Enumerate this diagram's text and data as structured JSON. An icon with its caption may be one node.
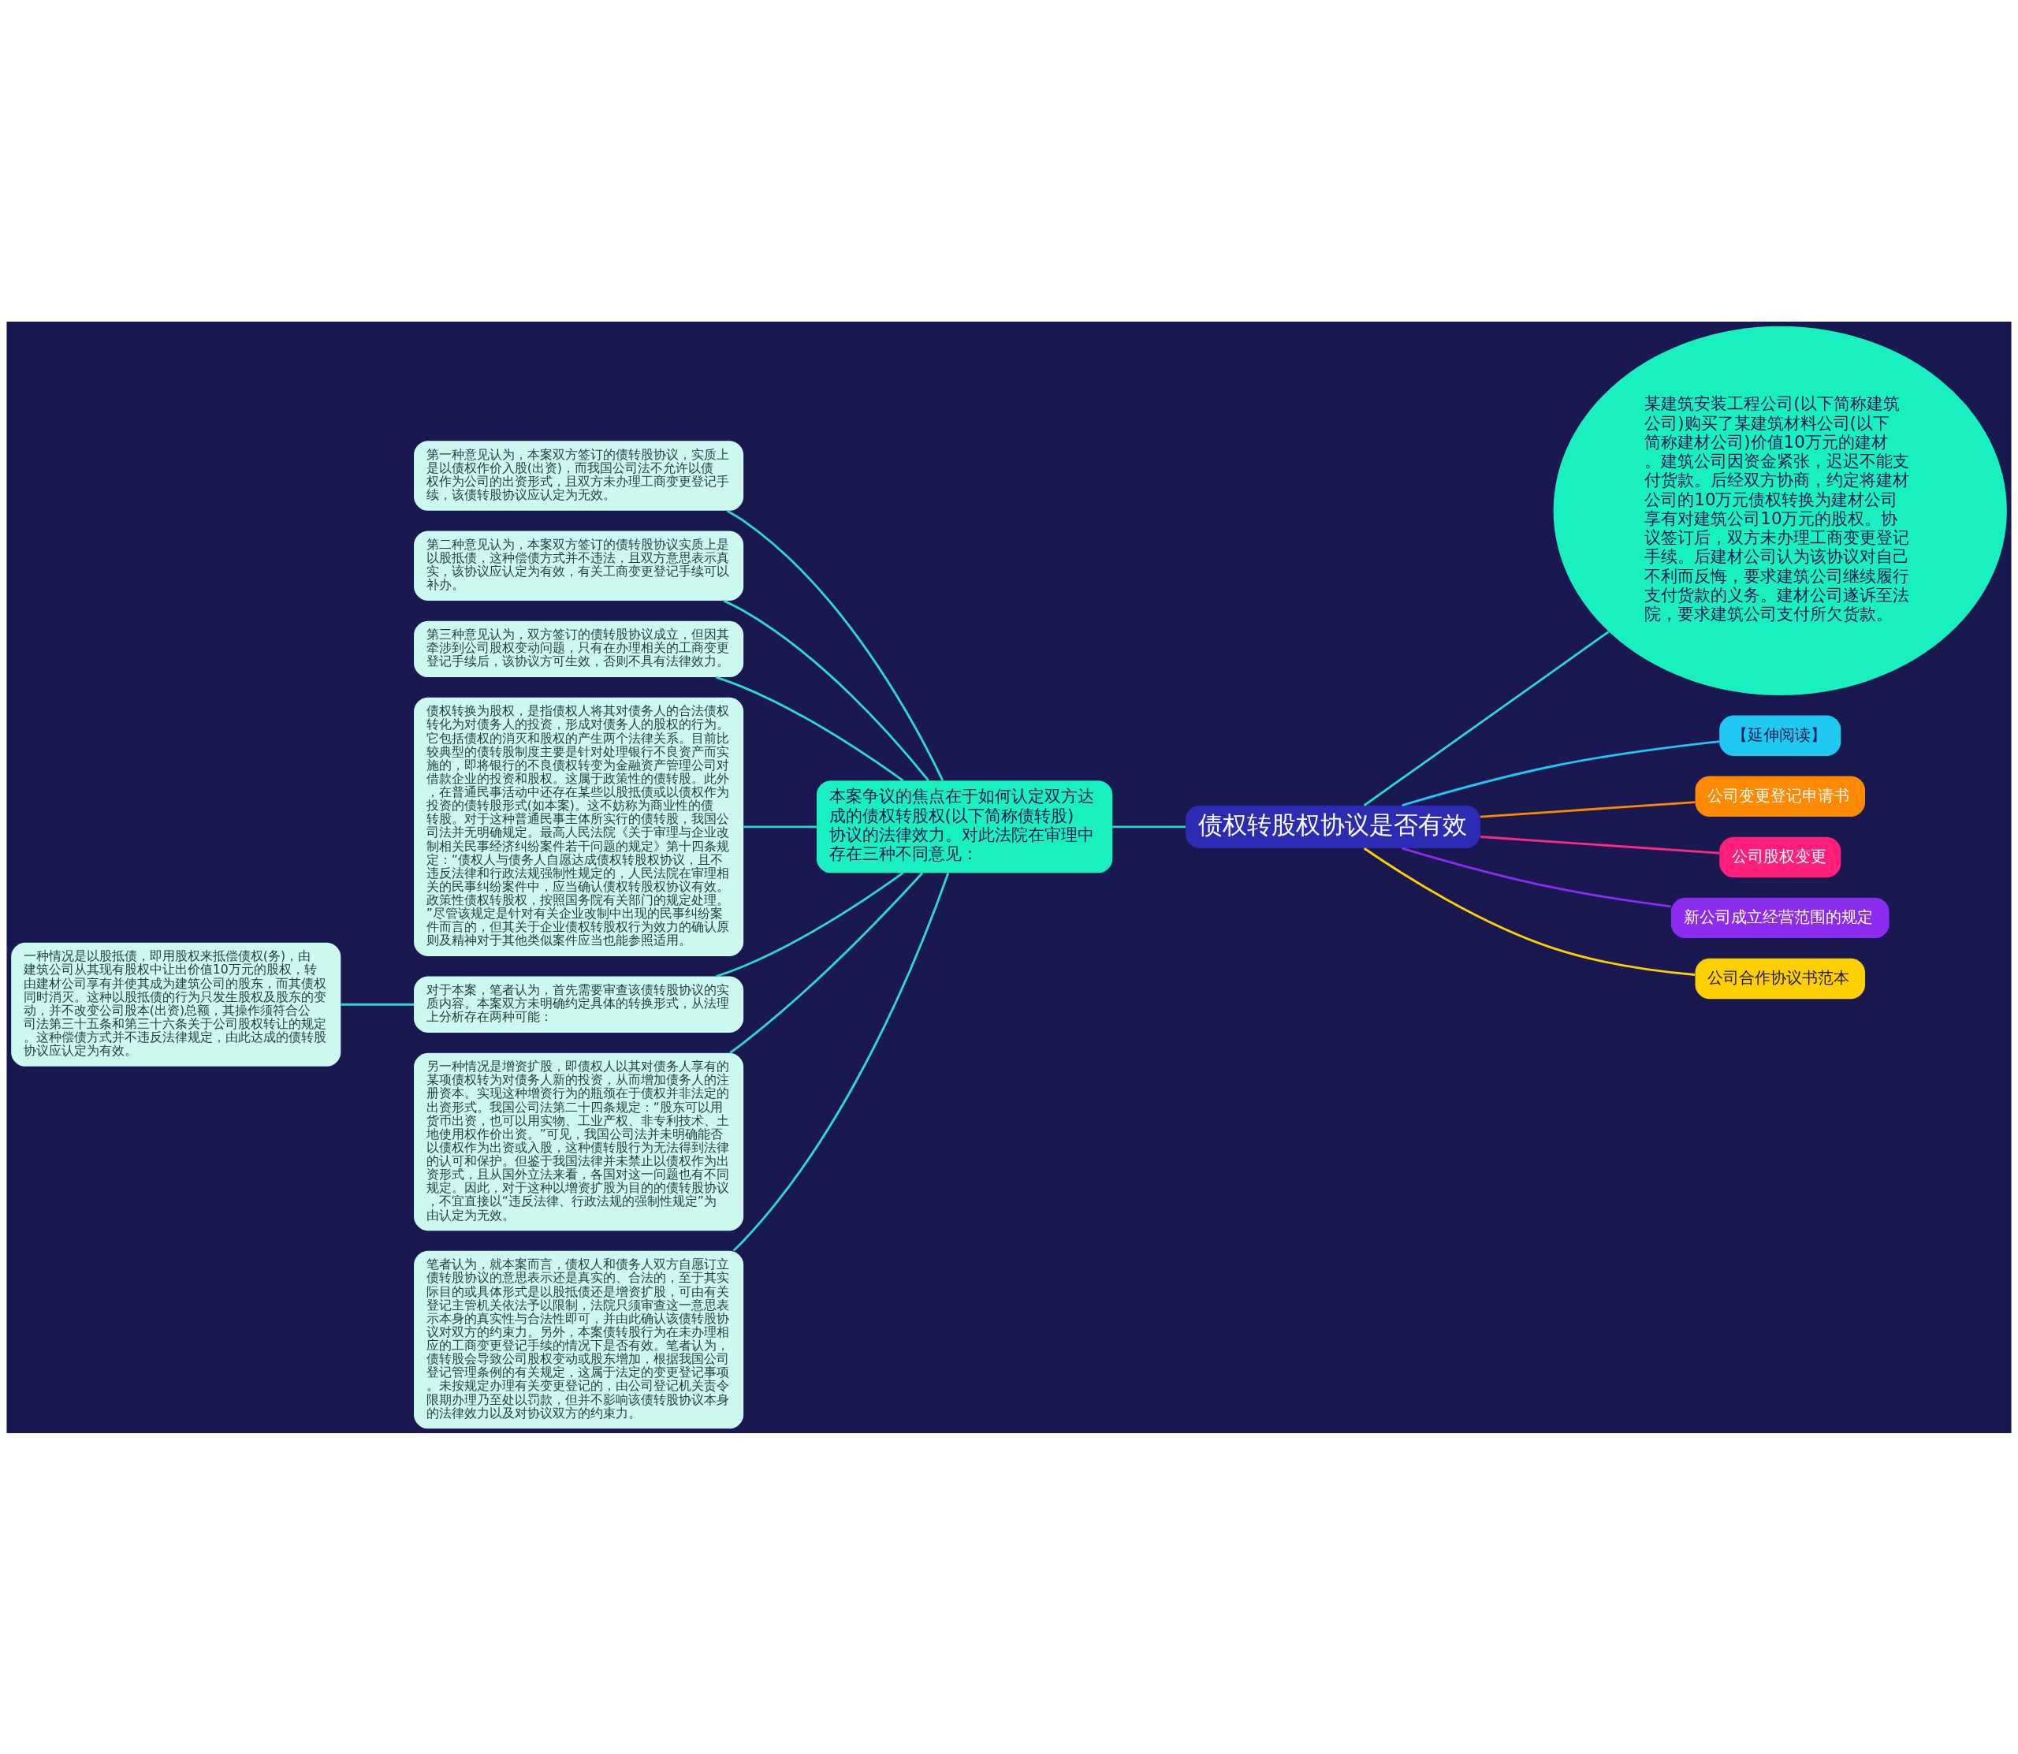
{
  "diagram": {
    "nodes": [
      {
        "text": [
          "债权转股权协议是否有效"
        ]
      },
      {
        "text": [
          "本案争议的焦点在于如何认定双方达成的债权转股权(以下简称债转股)协议的法律效力。对此法院在审理中存在三种不同意见："
        ]
      },
      {
        "text": [
          "第一种意见认为，本案双方签订的债转股协议，实质上是以债权作价入股(出资)，而我国公司法不允许以债权作为公司的出资形式，且双方未办理工商变更登记手续，该债转股协议应认定为无效。"
        ]
      },
      {
        "text": [
          "第二种意见认为，本案双方签订的债转股协议实质上是以股抵债，这种偿债方式并不违法，且双方意思表示真实，该协议应认定为有效，有关工商变更登记手续可以补办。"
        ]
      },
      {
        "text": [
          "第三种意见认为，双方签订的债转股协议成立，但因其牵涉到公司股权变动问题，只有在办理相关的工商变更登记手续后，该协议方可生效，否则不具有法律效力。"
        ]
      },
      {
        "text": [
          "债权转换为股权，是指债权人将其对债务人的合法债权转化为对债务人的投资，形成对债务人的股权的行为。它包括债权的消灭和股权的产生两个法律关系。目前比较典型的债转股制度主要是针对处理银行不良资产而实施的，即将银行的不良债权转变为金融资产管理公司对借款企业的投资和股权。这属于政策性的债转股。此外，在普通民事活动中还存在某些以股抵债或以债权作为投资的债转股形式(如本案)。这不妨称为商业性的债转股。对于这种普通民事主体所实行的债转股，我国公司法并无明确规定。最高人民法院《关于审理与企业改制相关民事经济纠纷案件若干问题的规定》第十四条规定：“债权人与债务人自愿达成债权转股权协议，且不违反法律和行政法规强制性规定的，人民法院在审理相关的民事纠纷案件中，应当确认债权转股权协议有效。政策性债权转股权，按照国务院有关部门的规定处理。”尽管该规定是针对有关企业改制中出现的民事纠纷案件而言的，但其关于企业债权转股权行为效力的确认原则及精神对于其他类似案件应当也能参照适用。"
        ]
      },
      {
        "text": [
          "对于本案，笔者认为，首先需要审查该债转股协议的实质内容。本案双方未明确约定具体的转换形式，从法理上分析存在两种可能："
        ]
      },
      {
        "text": [
          "一种情况是以股抵债，即用股权来抵偿债权(务)，由建筑公司从其现有股权中让出价值10万元的股权，转由建材公司享有并使其成为建筑公司的股东，而其债权同时消灭。这种以股抵债的行为只发生股权及股东的变动，并不改变公司股本(出资)总额，其操作须符合公司法第三十五条和第三十六条关于公司股权转让的规定。这种偿债方式并不违反法律规定，由此达成的债转股协议应认定为有效。"
        ]
      },
      {
        "text": [
          "另一种情况是增资扩股，即债权人以其对债务人享有的某项债权转为对债务人新的投资，从而增加债务人的注册资本。实现这种增资行为的瓶颈在于债权并非法定的出资形式。我国公司法第二十四条规定：“股东可以用货币出资，也可以用实物、工业产权、非专利技术、土地使用权作价出资。”可见，我国公司法并未明确能否以债权作为出资或入股，这种债转股行为无法得到法律的认可和保护。但鉴于我国法律并未禁止以债权作为出资形式，且从国外立法来看，各国对这一问题也有不同规定。因此，对于这种以增资扩股为目的的债转股协议，不宜直接以“违反法律、行政法规的强制性规定”为由认定为无效。"
        ]
      },
      {
        "text": [
          "笔者认为，就本案而言，债权人和债务人双方自愿订立债转股协议的意思表示还是真实的、合法的，至于其实际目的或具体形式是以股抵债还是增资扩股，可由有关登记主管机关依法予以限制，法院只须审查这一意思表示本身的真实性与合法性即可，并由此确认该债转股协议对双方的约束力。另外，本案债转股行为在未办理相应的工商变更登记手续的情况下是否有效。笔者认为，债转股会导致公司股权变动或股东增加，根据我国公司登记管理条例的有关规定，这属于法定的变更登记事项。未按规定办理有关变更登记的，由公司登记机关责令限期办理乃至处以罚款，但并不影响该债转股协议本身的法律效力以及对协议双方的约束力。"
        ]
      },
      {
        "text": [
          "某建筑安装工程公司(以下简称建筑公司)购买了某建筑材料公司(以下简称建材公司)价值10万元的建材。建筑公司因资金紧张，迟迟不能支付货款。后经双方协商，约定将建材公司的10万元债权转换为建材公司享有对建筑公司10万元的股权。协议签订后，双方未办理工商变更登记手续。后建材公司认为该协议对自己不利而反悔，要求建筑公司继续履行支付货款的义务。建材公司遂诉至法院，要求建筑公司支付所欠货款。"
        ]
      },
      {
        "text": [
          "【延伸阅读】"
        ]
      },
      {
        "text": [
          "公司变更登记申请书"
        ]
      },
      {
        "text": [
          "公司股权变更"
        ]
      },
      {
        "text": [
          "新公司成立经营范围的规定"
        ]
      },
      {
        "text": [
          "公司合作协议书范本"
        ]
      }
    ],
    "edges": [
      {
        "from": 0,
        "to": 1,
        "arrow": "none"
      },
      {
        "from": 1,
        "to": 2,
        "arrow": "none"
      },
      {
        "from": 1,
        "to": 3,
        "arrow": "none"
      },
      {
        "from": 1,
        "to": 4,
        "arrow": "none"
      },
      {
        "from": 1,
        "to": 5,
        "arrow": "none"
      },
      {
        "from": 1,
        "to": 6,
        "arrow": "none"
      },
      {
        "from": 6,
        "to": 7,
        "arrow": "none"
      },
      {
        "from": 1,
        "to": 8,
        "arrow": "none"
      },
      {
        "from": 1,
        "to": 9,
        "arrow": "none"
      },
      {
        "from": 0,
        "to": 10,
        "arrow": "none"
      },
      {
        "from": 0,
        "to": 11,
        "arrow": "none",
        "color": "#1ec8f0"
      },
      {
        "from": 0,
        "to": 12,
        "arrow": "none",
        "color": "#ff8a00"
      },
      {
        "from": 0,
        "to": 13,
        "arrow": "none",
        "color": "#ff2a7f"
      },
      {
        "from": 0,
        "to": 14,
        "arrow": "none",
        "color": "#8b2cf0"
      },
      {
        "from": 0,
        "to": 15,
        "arrow": "none",
        "color": "#ffd000"
      }
    ]
  }
}
